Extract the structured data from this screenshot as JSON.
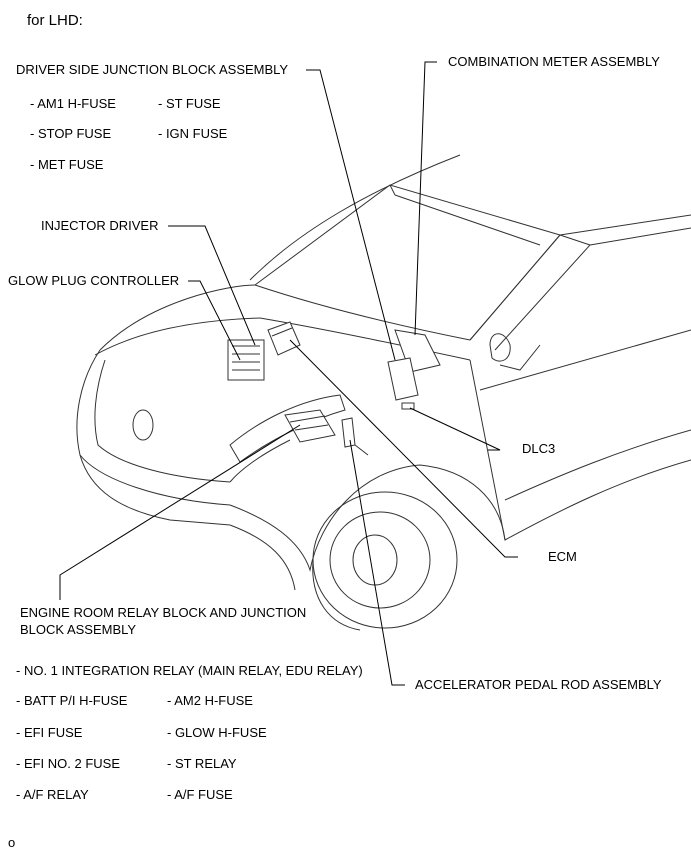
{
  "header": {
    "title": "for LHD:"
  },
  "labels": {
    "driver_jb": "DRIVER SIDE JUNCTION BLOCK ASSEMBLY",
    "combination_meter": "COMBINATION METER ASSEMBLY",
    "injector_driver": "INJECTOR DRIVER",
    "glow_plug_controller": "GLOW PLUG CONTROLLER",
    "dlc3": "DLC3",
    "ecm": "ECM",
    "engine_room_relay_line1": "ENGINE ROOM RELAY BLOCK AND JUNCTION",
    "engine_room_relay_line2": "BLOCK ASSEMBLY",
    "accelerator_pedal": "ACCELERATOR PEDAL ROD ASSEMBLY"
  },
  "driver_jb_fuses": {
    "am1": "- AM1 H-FUSE",
    "st": "- ST FUSE",
    "stop": "- STOP FUSE",
    "ign": "- IGN FUSE",
    "met": "- MET FUSE"
  },
  "engine_room_items": {
    "integration_relay": "- NO. 1 INTEGRATION RELAY (MAIN RELAY, EDU RELAY)",
    "batt": "- BATT P/I H-FUSE",
    "am2": "- AM2 H-FUSE",
    "efi": "- EFI FUSE",
    "glow": "- GLOW H-FUSE",
    "efi2": "- EFI NO. 2 FUSE",
    "st_relay": "- ST RELAY",
    "af_relay": "- A/F RELAY",
    "af_fuse": "- A/F FUSE"
  },
  "footer": {
    "code": "o"
  }
}
